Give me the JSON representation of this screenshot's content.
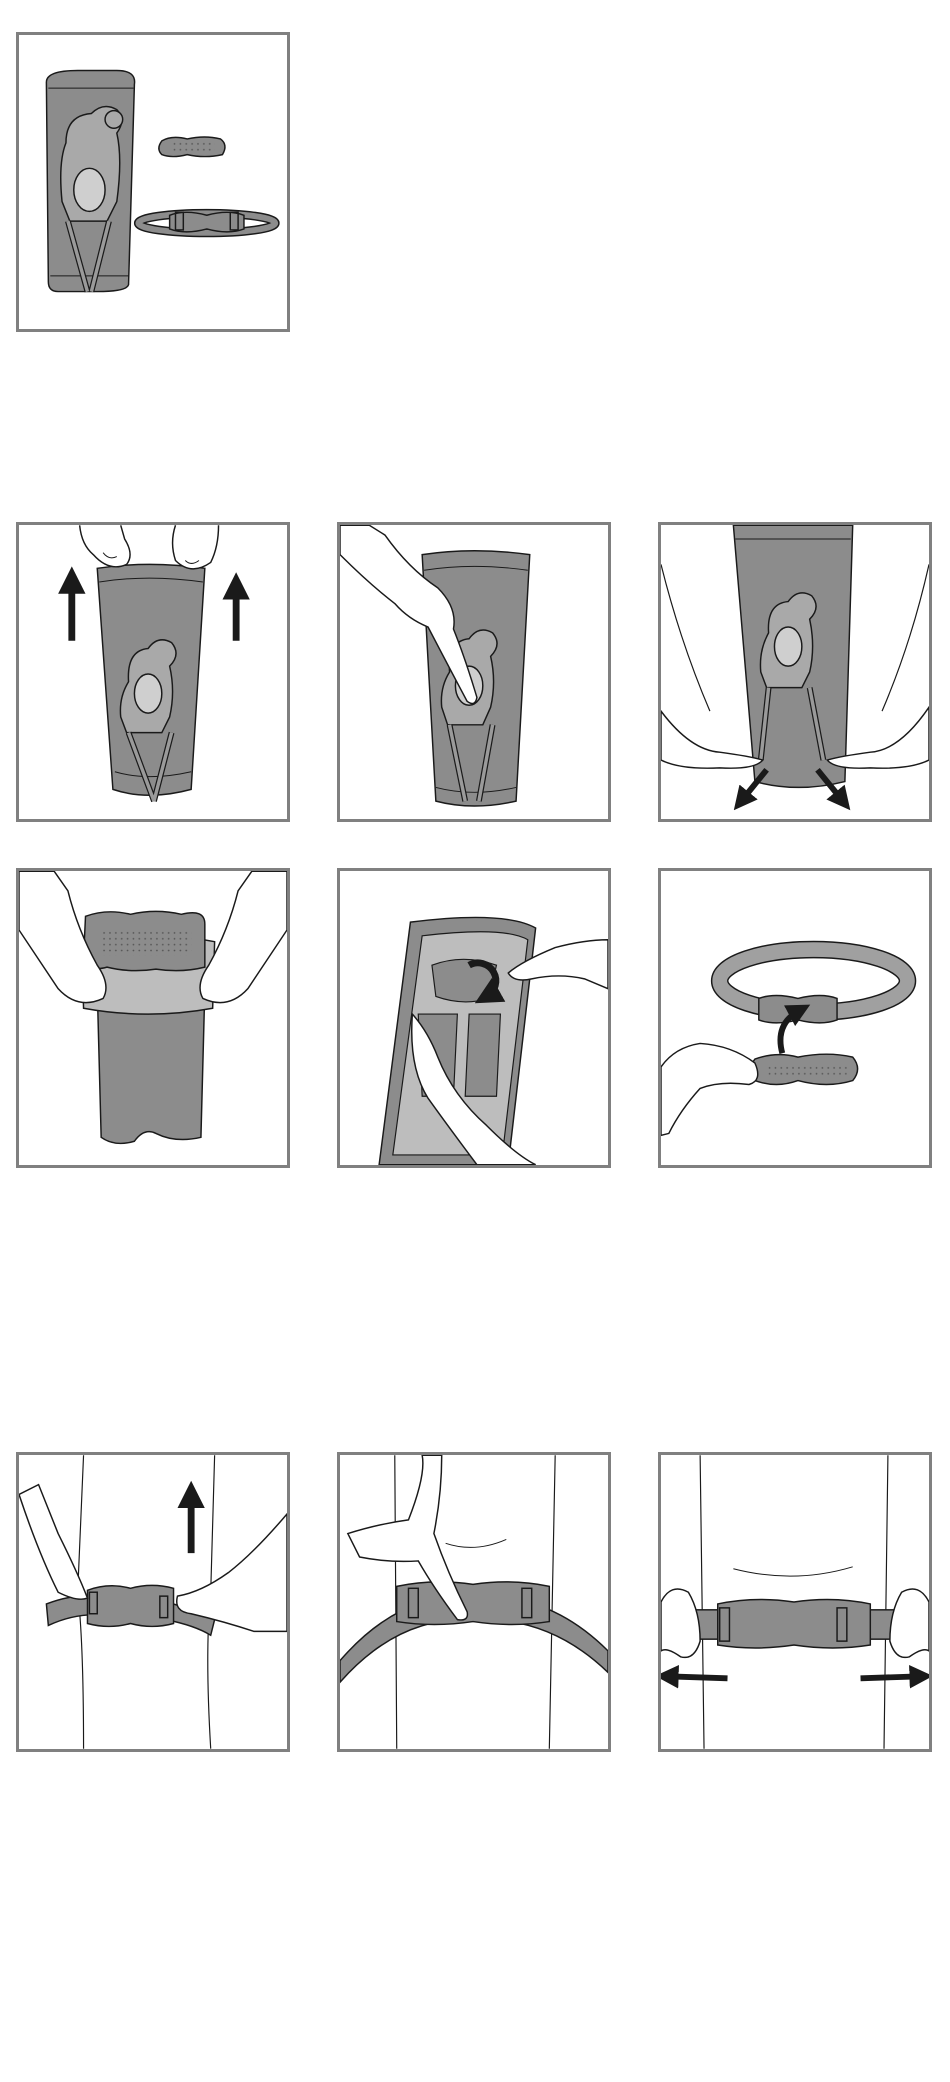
{
  "colors": {
    "frame": "#808080",
    "sleeve": "#8c8c8c",
    "pad": "#bdbdbd",
    "ink": "#1a1a1a",
    "skin": "#ffffff"
  },
  "panels": [
    {
      "id": "overview",
      "depicts": "knee-sleeve-with-pad-and-strap"
    },
    {
      "id": "step-1",
      "depicts": "pull-sleeve-up-arrows"
    },
    {
      "id": "step-2",
      "depicts": "finger-pointing-at-kneecap-opening"
    },
    {
      "id": "step-3",
      "depicts": "pull-straps-outward-arrows"
    },
    {
      "id": "step-4",
      "depicts": "pad-held-at-sleeve-top"
    },
    {
      "id": "step-5",
      "depicts": "pad-inserted-into-pocket-rotate-arrow"
    },
    {
      "id": "step-6",
      "depicts": "pad-attached-to-strap-arrow"
    },
    {
      "id": "step-7",
      "depicts": "strap-lifted-below-knee-arrow"
    },
    {
      "id": "step-8",
      "depicts": "finger-pointing-at-strap-pad"
    },
    {
      "id": "step-9",
      "depicts": "strap-tightened-outward-arrows"
    }
  ]
}
